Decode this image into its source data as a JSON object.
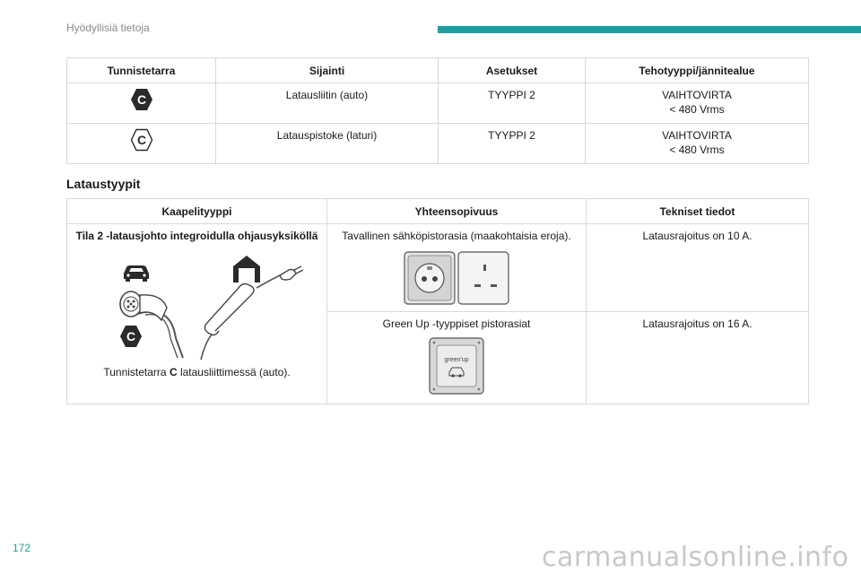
{
  "header": {
    "section": "Hyödyllisiä tietoja"
  },
  "page_number": "172",
  "table_identifiers": {
    "headers": [
      "Tunnistetarra",
      "Sijainti",
      "Asetukset",
      "Tehotyyppi/jännitealue"
    ],
    "rows": [
      {
        "badge": "C",
        "badge_style": "filled",
        "location": "Latausliitin (auto)",
        "setting": "TYYPPI 2",
        "power_line1": "VAIHTOVIRTA",
        "power_line2": "< 480 Vrms"
      },
      {
        "badge": "C",
        "badge_style": "outline",
        "location": "Latauspistoke (laturi)",
        "setting": "TYYPPI 2",
        "power_line1": "VAIHTOVIRTA",
        "power_line2": "< 480 Vrms"
      }
    ]
  },
  "charging_types": {
    "title": "Lataustyypit",
    "headers": [
      "Kaapelityyppi",
      "Yhteensopivuus",
      "Tekniset tiedot"
    ],
    "cable_type": "Tila 2 -latausjohto integroidulla ohjausyksiköllä",
    "caption_pre": "Tunnistetarra ",
    "caption_bold": "C",
    "caption_post": " latausliittimessä (auto).",
    "rows": [
      {
        "compatibility": "Tavallinen sähköpistorasia (maakohtaisia eroja).",
        "specs": "Latausrajoitus on 10 A."
      },
      {
        "compatibility": "Green Up -tyyppiset pistorasiat",
        "specs": "Latausrajoitus on 16 A."
      }
    ],
    "greenup_logo": "green'up"
  },
  "watermark": "carmanualsonline.info",
  "colors": {
    "accent": "#1e9fa0",
    "badge_fill": "#2a2a2a"
  }
}
